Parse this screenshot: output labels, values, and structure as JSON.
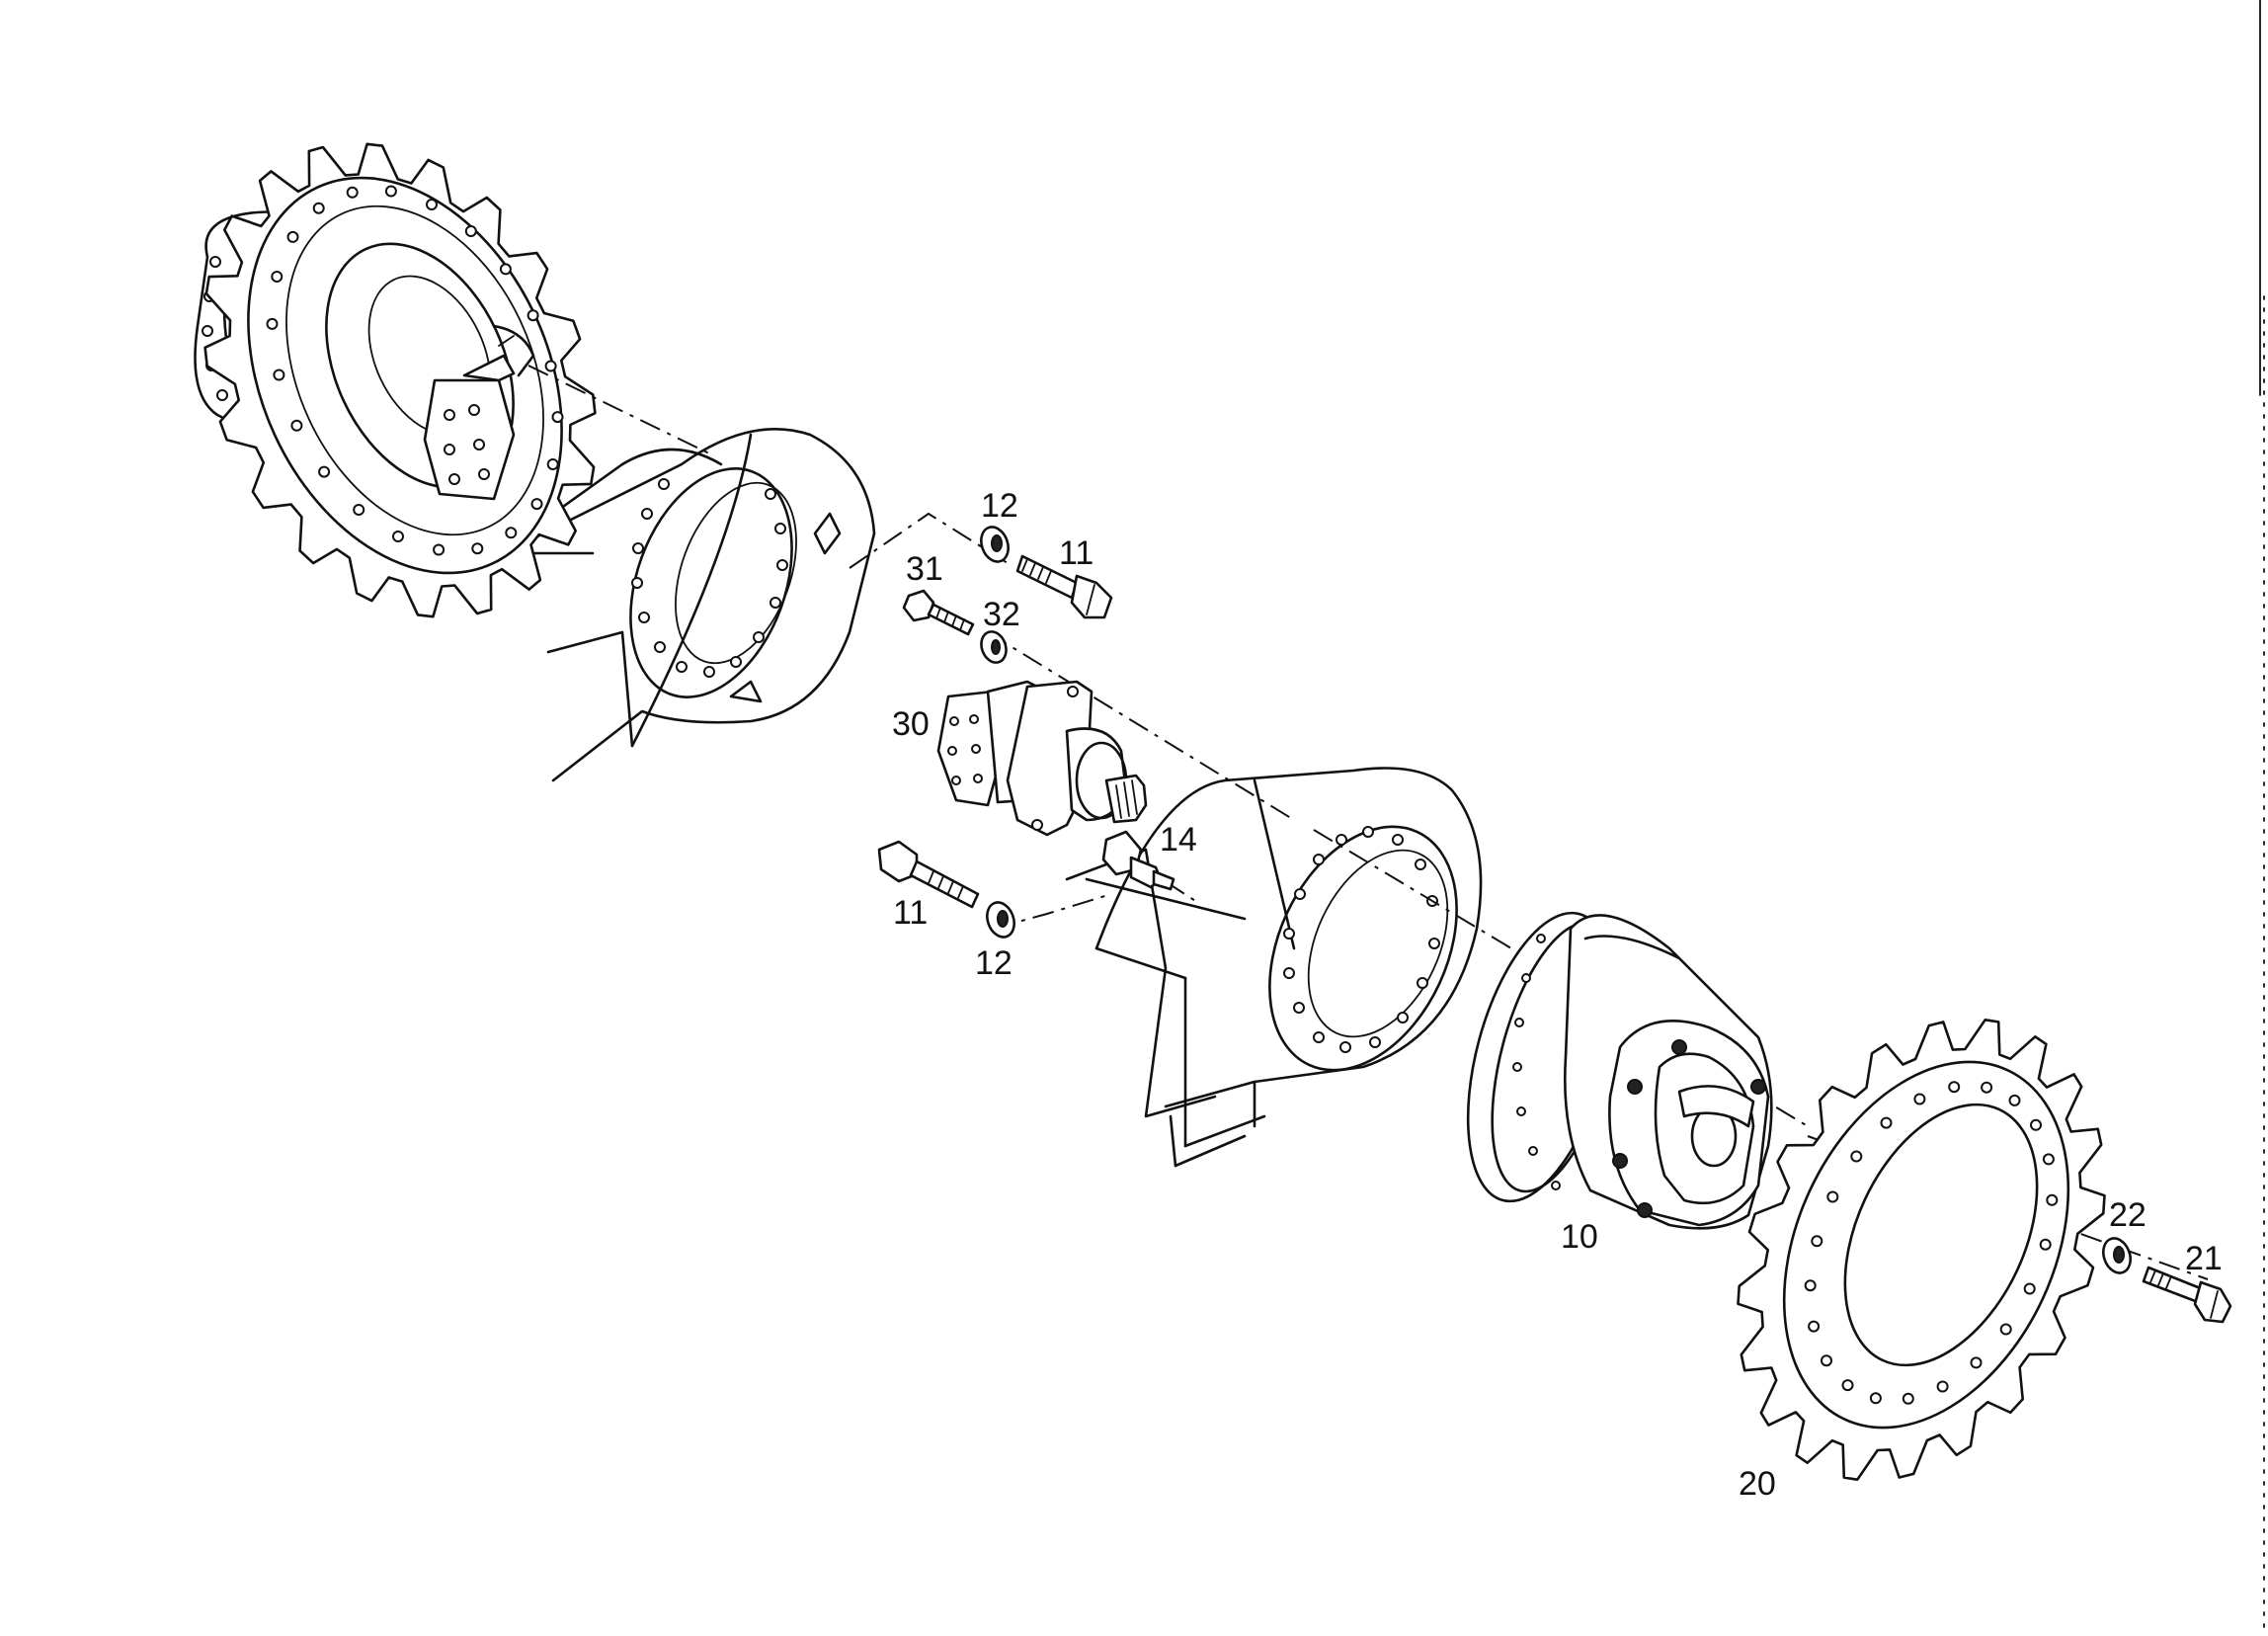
{
  "callouts": {
    "c10": "10",
    "c11a": "11",
    "c11b": "11",
    "c12a": "12",
    "c12b": "12",
    "c14": "14",
    "c20": "20",
    "c21": "21",
    "c22": "22",
    "c30": "30",
    "c31": "31",
    "c32": "32"
  }
}
